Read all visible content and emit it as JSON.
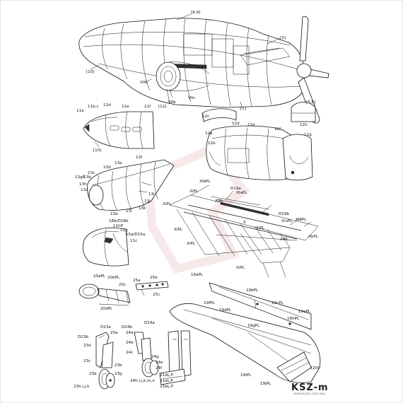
{
  "labels": {
    "fuselage_rear_section": "[8,9]",
    "fuselage_mid_section": "[3]",
    "fuselage_front_top": "[10]",
    "fuselage_front_mid": "[12]",
    "fuselage_rear_bottom": "[1]",
    "propeller_spinner": "[5,6]",
    "lab_vib": "VIIb",
    "lab_vic": "VIIc",
    "lab_viib2": "VIIb",
    "lab_viic2": "VIIc",
    "nose_top_title": "11f",
    "nose_11a": "11a",
    "nose_11b": "11b,c",
    "nose_11d": "11d",
    "nose_11e": "11e",
    "nose_ref": "[10]",
    "p12c": "12c",
    "p12d": "12d",
    "p12e": "12e",
    "p12f": "12f",
    "p12h": "12h",
    "p12a": "12a",
    "p12b": "12b",
    "p12g": "12g",
    "p13f": "13f",
    "p13e": "13e",
    "p13d": "13d",
    "p13c": "13c",
    "p13b": "13b",
    "p13gP": "13gP",
    "p13h": "13h",
    "p13a": "13a",
    "p13i": "13i",
    "p13j": "13j",
    "p13k": "13k",
    "p13l": "13l",
    "p13aa": "13a",
    "wing_xibpl": "XIbPL",
    "wing_xipl": "XiPL",
    "wing_d19a": "D19a",
    "wing_xiapl": "XIaPL",
    "wing_xipl2": "XiPL",
    "wing_x": "X",
    "wing_d19b": "D19b",
    "wing_xiupl": "XiuPL",
    "wing_xi": "XIaPL",
    "wing_xipl3": "XiPL",
    "wing_xipl4": "XiPL",
    "wing_xipl5": "XiPL",
    "wing_xipl6": "XiPL",
    "wing_xipl7": "XiPL",
    "wing_xipl8": "XiPL",
    "wing_xbpl": "XbPL",
    "canopy_18b": "18b/D18b",
    "canopy_11h": "11hP",
    "canopy_11g": "11g",
    "canopy_15a": "15a/D15a",
    "canopy_11c": "11c",
    "part_20a": "20aPL",
    "part_20b": "20bPL",
    "part_20c": "20c",
    "part_20d": "20dPL",
    "part_25a": "25a",
    "part_25b": "25b",
    "part_25c": "25c",
    "p19a": "19aPL",
    "p19b": "19bPL",
    "p19c": "19cPL",
    "p19d": "19dPL",
    "p19e": "19ePL",
    "p19f": "19fPL",
    "p19g": "19gPL",
    "p19h": "19hPL",
    "p19i": "19iPL",
    "p19j": "19jPL",
    "p20": "[20]",
    "lg_d23a": "D23a",
    "lg_d24b": "D24b",
    "lg_d24a": "D24a",
    "lg_23a": "23a",
    "lg_24a": "24a",
    "lg_d23b": "D23b",
    "lg_23d": "23d",
    "lg_24b": "24b",
    "lg_23c": "23c",
    "lg_24c": "24c",
    "lg_24g": "24g",
    "lg_24e": "24e",
    "lg_24f": "24f",
    "lg_23b": "23b",
    "lg_23g": "23g",
    "lg_23e": "23e",
    "lg_24h": "24h,i,j,k,m,n",
    "lg_23hij": "23h,i,j,k",
    "lg_21dl": "21dL,P",
    "lg_21al": "21aL,P",
    "lg_21bl": "21bL,P"
  },
  "brand": {
    "logo": "KSZ-m",
    "subtitle": "BARAKUDA-KSZ-MAJ"
  },
  "colors": {
    "line": "#111111",
    "background": "#ffffff",
    "shade": "#d8d8d8",
    "watermark": "#f1d7d7"
  }
}
